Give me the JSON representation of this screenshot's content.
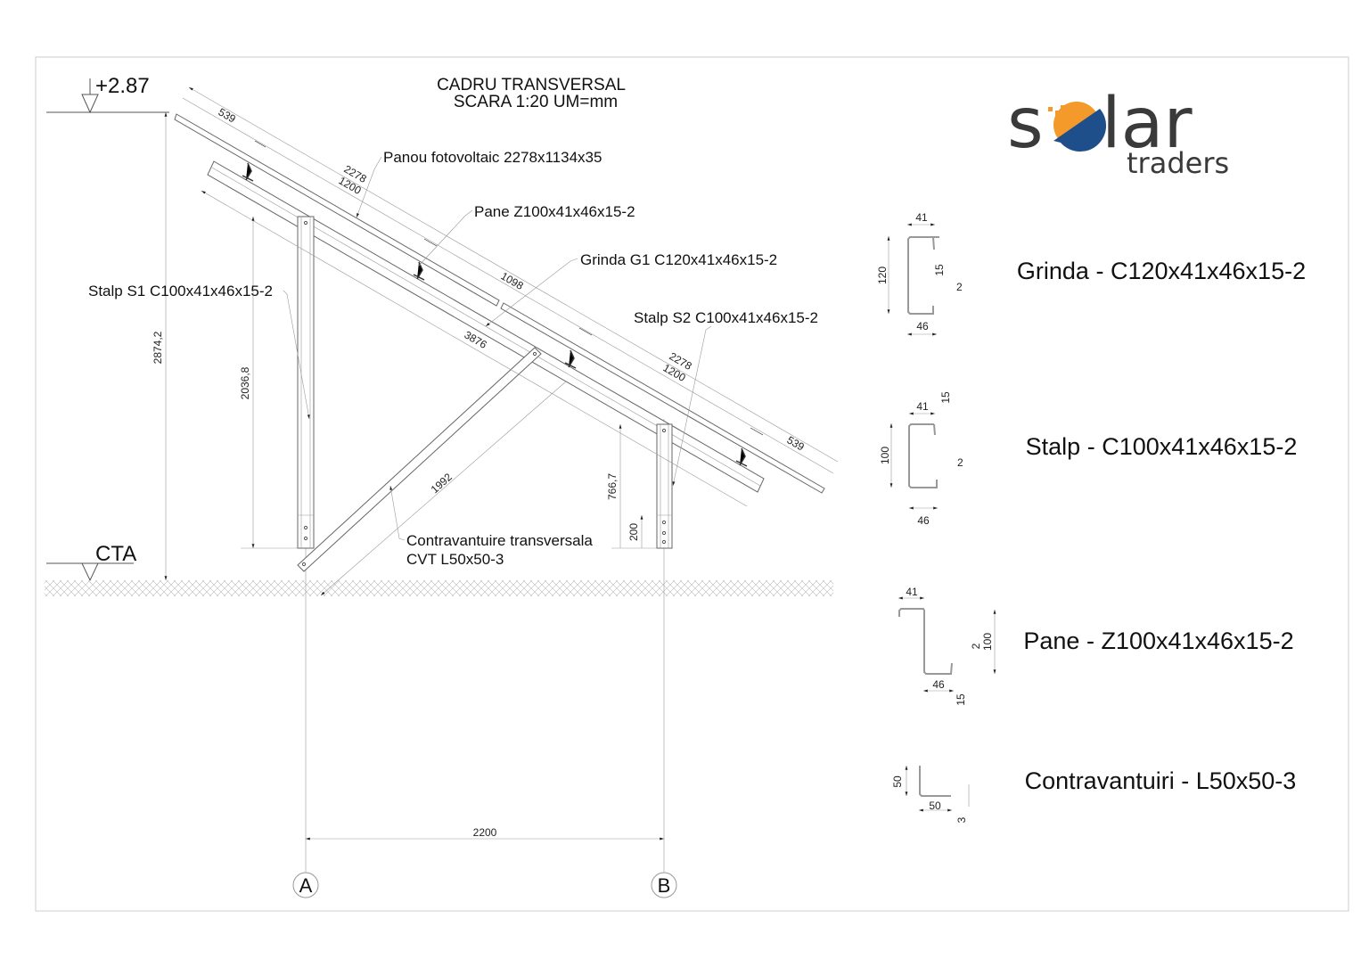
{
  "title": {
    "line1": "CADRU TRANSVERSAL",
    "line2": "SCARA 1:20 UM=mm"
  },
  "levels": {
    "top": "+2.87",
    "ground": "CTA"
  },
  "labels": {
    "panel": "Panou fotovoltaic 2278x1134x35",
    "pane": "Pane Z100x41x46x15-2",
    "grinda": "Grinda G1 C120x41x46x15-2",
    "stalp1": "Stalp S1 C100x41x46x15-2",
    "stalp2": "Stalp S2 C100x41x46x15-2",
    "cvt1": "Contravantuire transversala",
    "cvt2": "CVT L50x50-3"
  },
  "dims": {
    "d539a": "539",
    "d2278a": "2278",
    "d1200a": "1200",
    "d1098": "1098",
    "d3876": "3876",
    "d2278b": "2278",
    "d1200b": "1200",
    "d539b": "539",
    "d1992": "1992",
    "h2874": "2874,2",
    "h2036": "2036,8",
    "h766": "766,7",
    "h200": "200",
    "span": "2200"
  },
  "axes": {
    "a": "A",
    "b": "B"
  },
  "logo": {
    "word1": "solar",
    "word2": "traders",
    "colors": {
      "text": "#3a3a3a",
      "orange": "#f39a2b",
      "blue": "#1f4f8a"
    }
  },
  "profiles": [
    {
      "name": "Grinda - C120x41x46x15-2",
      "dims": [
        "41",
        "120",
        "15",
        "2",
        "46"
      ]
    },
    {
      "name": "Stalp - C100x41x46x15-2",
      "dims": [
        "41",
        "100",
        "15",
        "2",
        "46"
      ]
    },
    {
      "name": "Pane - Z100x41x46x15-2",
      "dims": [
        "41",
        "2",
        "100",
        "46",
        "15"
      ]
    },
    {
      "name": "Contravantuiri - L50x50-3",
      "dims": [
        "50",
        "50",
        "3"
      ]
    }
  ]
}
